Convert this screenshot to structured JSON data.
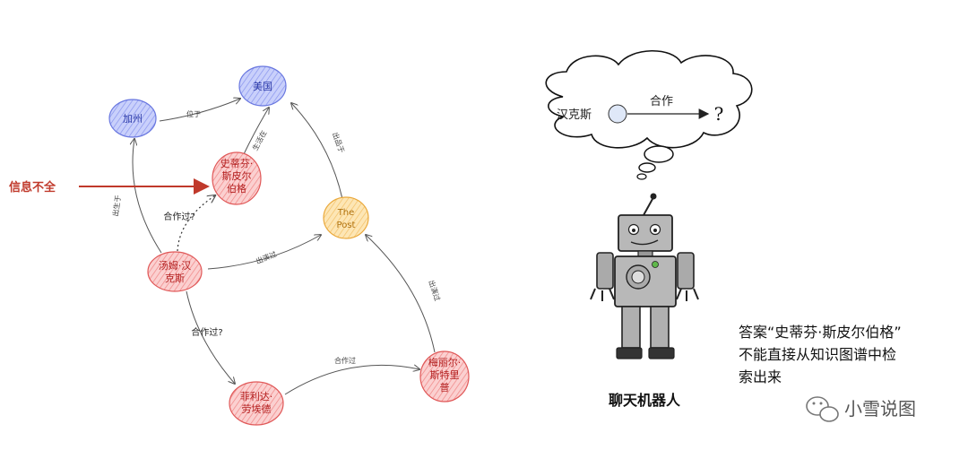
{
  "graph": {
    "nodes": {
      "usa": "美国",
      "california": "加州",
      "spielberg": [
        "史蒂芬·",
        "斯皮尔",
        "伯格"
      ],
      "the_post": [
        "The",
        "Post"
      ],
      "tom_hanks": [
        "汤姆·汉",
        "克斯"
      ],
      "streep": [
        "梅丽尔·",
        "斯特里",
        "普"
      ],
      "lawford": [
        "菲利达·",
        "劳埃德"
      ]
    },
    "edges": {
      "located_in": "位于",
      "lives_in": "生活在",
      "released_in": "出品于",
      "born_in": "出生于",
      "cooperated_q1": "合作过?",
      "acted_in_1": "出演过",
      "acted_in_2": "出演过",
      "cooperated_q2": "合作过?",
      "cooperated": "合作过"
    },
    "info_incomplete": "信息不全"
  },
  "thought": {
    "subject": "汉克斯",
    "relation": "合作",
    "object": "?"
  },
  "robot": {
    "caption": "聊天机器人"
  },
  "answer": {
    "lines": [
      "答案“史蒂芬·斯皮尔伯格”",
      "不能直接从知识图谱中检",
      "索出来"
    ]
  },
  "watermark": {
    "text": "小雪说图"
  },
  "colors": {
    "blue_node": "#7f8ef0",
    "red_node": "#f06a6a",
    "orange_node": "#f7c25c",
    "arrow_red": "#c0392b",
    "edge": "#555555"
  }
}
